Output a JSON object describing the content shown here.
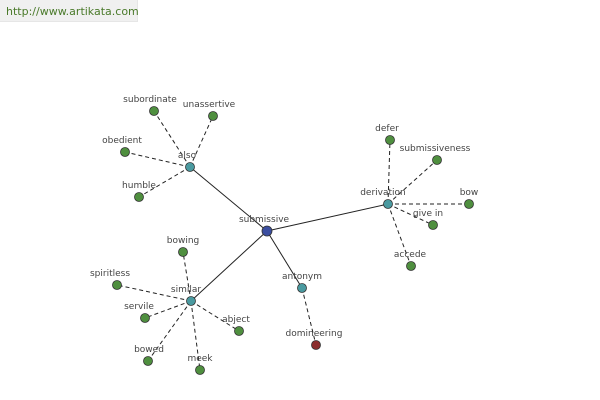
{
  "url": "http://www.artikata.com",
  "colors": {
    "center": "#3b4ea0",
    "relation": "#4a9aa0",
    "leaf": "#4f8f3f",
    "antonym_leaf": "#8b2e2e"
  },
  "graph": {
    "center": {
      "id": "submissive",
      "label": "submissive"
    },
    "relations": [
      {
        "id": "also",
        "label": "also",
        "leaves": [
          {
            "id": "subordinate",
            "label": "subordinate"
          },
          {
            "id": "unassertive",
            "label": "unassertive"
          },
          {
            "id": "obedient",
            "label": "obedient"
          },
          {
            "id": "humble",
            "label": "humble"
          }
        ]
      },
      {
        "id": "derivation",
        "label": "derivation",
        "leaves": [
          {
            "id": "defer",
            "label": "defer"
          },
          {
            "id": "submissiveness",
            "label": "submissiveness"
          },
          {
            "id": "bow",
            "label": "bow"
          },
          {
            "id": "give-in",
            "label": "give in"
          },
          {
            "id": "accede",
            "label": "accede"
          }
        ]
      },
      {
        "id": "similar",
        "label": "similar",
        "leaves": [
          {
            "id": "bowing",
            "label": "bowing"
          },
          {
            "id": "spiritless",
            "label": "spiritless"
          },
          {
            "id": "servile",
            "label": "servile"
          },
          {
            "id": "abject",
            "label": "abject"
          },
          {
            "id": "bowed",
            "label": "bowed"
          },
          {
            "id": "meek",
            "label": "meek"
          }
        ]
      },
      {
        "id": "antonym",
        "label": "antonym",
        "leaves": [
          {
            "id": "domineering",
            "label": "domineering",
            "variant": "antonym"
          }
        ]
      }
    ]
  }
}
